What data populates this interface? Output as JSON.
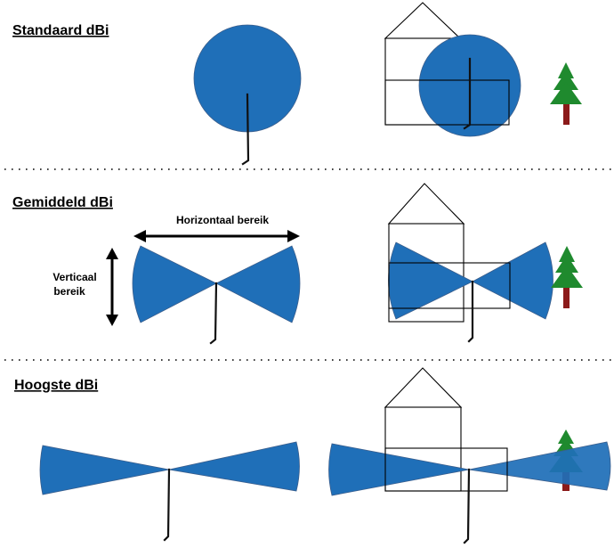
{
  "sections": [
    {
      "title": "Standaard dBi"
    },
    {
      "title": "Gemiddeld dBi"
    },
    {
      "title": "Hoogste dBi"
    }
  ],
  "labels": {
    "horizontal": "Horizontaal bereik",
    "vertical_line1": "Verticaal",
    "vertical_line2": "bereik"
  },
  "colors": {
    "signal": "#1F6FB8",
    "tree_foliage": "#1F8A2E",
    "tree_trunk": "#8B1A1A",
    "outline": "#000000"
  },
  "icons": [
    "antenna-icon",
    "house-icon",
    "tree-icon",
    "double-arrow-icon"
  ]
}
